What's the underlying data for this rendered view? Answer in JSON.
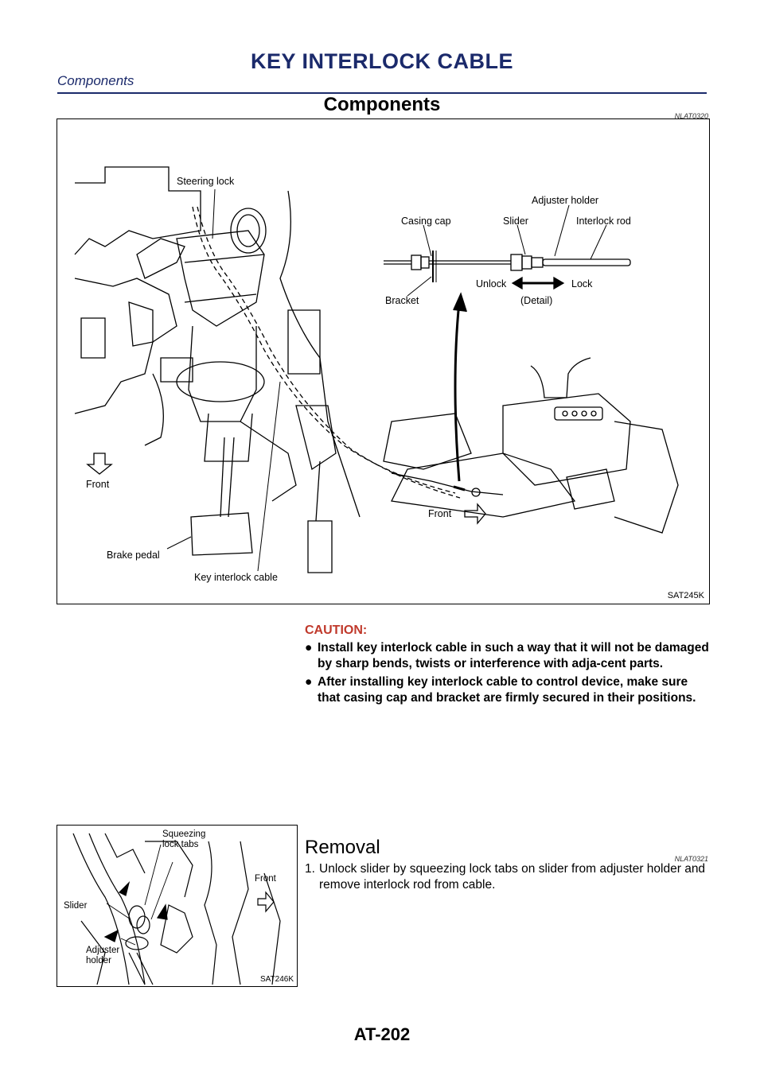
{
  "header": {
    "title": "KEY INTERLOCK CABLE",
    "subtitle": "Components"
  },
  "components_section": {
    "title": "Components",
    "code": "NLAT0320",
    "figure": {
      "code": "SAT245K",
      "labels": {
        "steering_lock": "Steering lock",
        "casing_cap": "Casing cap",
        "adjuster_holder": "Adjuster holder",
        "slider": "Slider",
        "interlock_rod": "Interlock rod",
        "unlock": "Unlock",
        "lock": "Lock",
        "bracket": "Bracket",
        "detail": "(Detail)",
        "front_left": "Front",
        "front_right": "Front",
        "brake_pedal": "Brake pedal",
        "key_interlock_cable": "Key interlock cable"
      }
    },
    "caution": {
      "title": "CAUTION:",
      "items": [
        "Install key interlock cable in such a way that it will not be damaged by sharp bends, twists or interference with adja-cent parts.",
        "After installing key interlock cable to control device, make sure that casing cap and bracket are firmly secured in their positions."
      ]
    }
  },
  "removal_section": {
    "title": "Removal",
    "code": "NLAT0321",
    "steps": [
      {
        "number": "1.",
        "text": "Unlock slider by squeezing lock tabs on slider from adjuster holder and remove interlock rod from cable."
      }
    ],
    "figure": {
      "code": "SAT246K",
      "labels": {
        "squeezing_lock_tabs": "Squeezing lock tabs",
        "front": "Front",
        "slider": "Slider",
        "adjuster_holder": "Adjuster holder"
      }
    }
  },
  "footer": {
    "page_number": "AT-202"
  }
}
